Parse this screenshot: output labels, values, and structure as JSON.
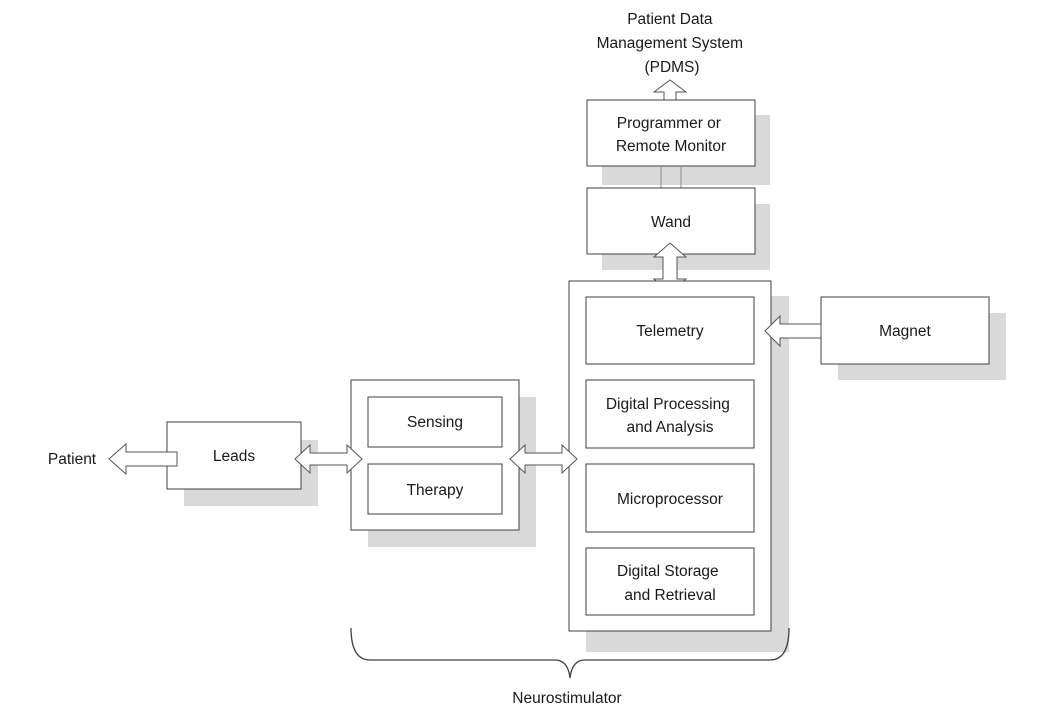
{
  "nodes": {
    "pdms": [
      "Patient Data",
      "Management System",
      "(PDMS)"
    ],
    "programmer": [
      "Programmer or",
      "Remote Monitor"
    ],
    "wand": [
      "Wand"
    ],
    "telemetry": [
      "Telemetry"
    ],
    "magnet": [
      "Magnet"
    ],
    "digital_processing": [
      "Digital Processing",
      "and Analysis"
    ],
    "microprocessor": [
      "Microprocessor"
    ],
    "digital_storage": [
      "Digital Storage",
      "and Retrieval"
    ],
    "sensing": [
      "Sensing"
    ],
    "therapy": [
      "Therapy"
    ],
    "leads": [
      "Leads"
    ],
    "patient": [
      "Patient"
    ]
  },
  "brace_label": "Neurostimulator",
  "edges": [
    {
      "from": "programmer",
      "to": "pdms",
      "kind": "single-arrow"
    },
    {
      "from": "programmer",
      "to": "wand",
      "kind": "line"
    },
    {
      "from": "wand",
      "to": "neurostimulator-unit",
      "kind": "double-arrow"
    },
    {
      "from": "magnet",
      "to": "telemetry",
      "kind": "single-arrow"
    },
    {
      "from": "sensing-therapy-unit",
      "to": "neurostimulator-unit",
      "kind": "double-arrow"
    },
    {
      "from": "leads",
      "to": "sensing-therapy-unit",
      "kind": "double-arrow"
    },
    {
      "from": "leads",
      "to": "patient",
      "kind": "single-arrow"
    }
  ]
}
